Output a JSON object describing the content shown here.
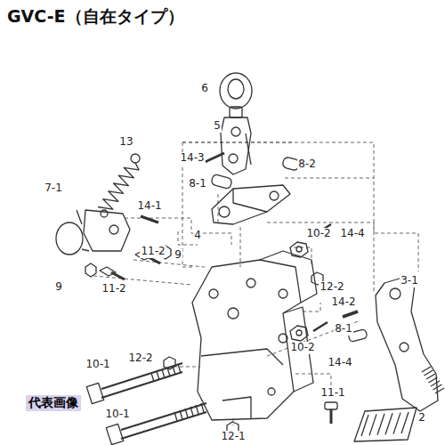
{
  "diagram": {
    "title": "GVC-E（自在タイプ）",
    "labels": [
      "6",
      "5",
      "14-3",
      "8-2",
      "13",
      "8-1",
      "4",
      "7-1",
      "14-1",
      "11-2",
      "9",
      "10-2",
      "14-4",
      "9",
      "11-2",
      "12-2",
      "14-2",
      "3-1",
      "8-1",
      "10-2",
      "14-4",
      "10-1",
      "12-2",
      "11-1",
      "代表画像",
      "10-1",
      "2",
      "12-1"
    ]
  }
}
